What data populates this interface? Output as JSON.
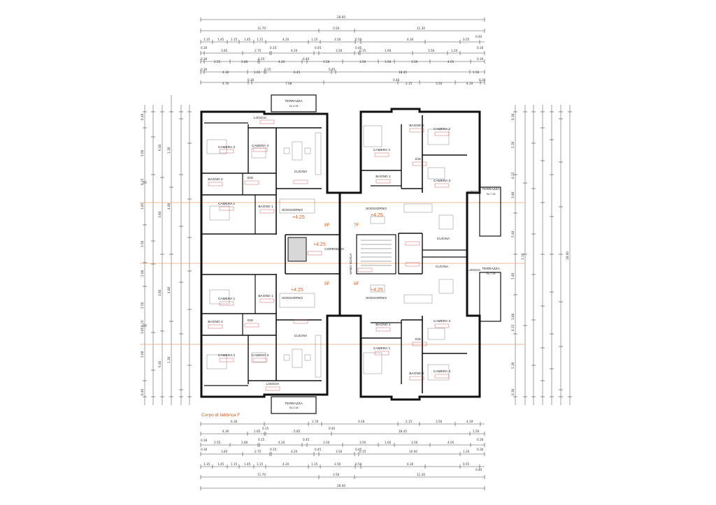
{
  "caption": "Corpo di fabbrica F",
  "floor_labels": {
    "a": "8F",
    "b": "7F",
    "c": "5F",
    "d": "6F"
  },
  "elevation": "+4.25",
  "stair_label": "VANO SCALA",
  "corridor_label": "CORRIDOIO",
  "rooms": {
    "terrazza": "TERRAZZA",
    "loggia": "LOGGIA",
    "cucina": "CUCINA",
    "soggiorno": "SOGGIORNO",
    "camera1": "CAMERA 1",
    "camera2": "CAMERA 2",
    "camera3": "CAMERA 3",
    "bagno1": "BAGNO 1",
    "bagno2": "BAGNO 2",
    "dis": "DIS"
  },
  "terrace_areas": {
    "top_left": "Su 4.08",
    "bottom_left": "Su 4.08",
    "right_top": "Su 7.25",
    "right_bottom": "Su 7.25"
  },
  "dims": {
    "top_total": "28.00",
    "top_halves": [
      "11.70",
      "3.50",
      "11.30"
    ],
    "top_row1": [
      "1.15",
      "1.45",
      "1.15",
      "1.45",
      "1.15",
      "4.20",
      "1.15",
      "3.50",
      "0.50",
      "6.30",
      "0.55",
      "0.40"
    ],
    "top_row2": [
      "0.30",
      "3.85",
      "2.75",
      "0.15",
      "4.20",
      "0.45",
      "3.50",
      "0.45",
      "0.15",
      "1.60",
      "3.50",
      "1.20",
      "0.30"
    ],
    "top_row3": [
      "0.30",
      "2.55",
      "2.80",
      "0.15",
      "4.20",
      "0.45",
      "3.50",
      "3.50",
      "1.60",
      "3.50",
      "4.05",
      "0.30"
    ],
    "top_row4": [
      "0.30",
      "4.30",
      "1.65",
      "0.15",
      "6.45",
      "0.45",
      "18.45",
      "1.50"
    ],
    "top_row5": [
      "4.70",
      "0.30",
      "7.08",
      "0.45",
      "2.15",
      "3.50",
      "4.19",
      "0.30"
    ],
    "bottom_total": "28.00",
    "bottom_halves": [
      "11.70",
      "3.50",
      "11.30"
    ],
    "bottom_row1": [
      "6.30",
      "1.70",
      "0.18",
      "2.15",
      "3.50",
      "4.19"
    ],
    "bottom_row2": [
      "4.30",
      "1.65",
      "0.15",
      "5.85",
      "0.45",
      "18.45",
      "1.50"
    ],
    "bottom_row3": [
      "0.30",
      "2.55",
      "2.80",
      "0.15",
      "4.20",
      "0.45",
      "3.50",
      "3.50",
      "1.60",
      "3.50",
      "4.05",
      "0.30"
    ],
    "bottom_row4": [
      "0.30",
      "3.85",
      "2.75",
      "0.15",
      "4.20",
      "0.45",
      "3.50",
      "0.45",
      "0.15",
      "10.00",
      "1.20",
      "0.30"
    ],
    "bottom_row5": [
      "1.15",
      "1.45",
      "1.15",
      "1.45",
      "1.15",
      "4.20",
      "1.15",
      "3.50",
      "0.50",
      "6.30",
      "0.55",
      "0.40"
    ],
    "left_col": [
      "0.40",
      "5.60",
      "0.15",
      "3.85",
      "3.50",
      "2.00",
      "3.50",
      "3.85",
      "0.15",
      "5.60",
      "0.40"
    ],
    "left_col2": [
      "1.30",
      "4.80",
      "6.40",
      "3.60",
      "3.60",
      "6.40",
      "4.80",
      "1.30"
    ],
    "right_col": [
      "0.30",
      "5.30",
      "0.15",
      "3.80",
      "5.40",
      "3.10",
      "5.40",
      "3.80",
      "0.15",
      "5.30",
      "0.30"
    ],
    "right_total": "28.00"
  }
}
